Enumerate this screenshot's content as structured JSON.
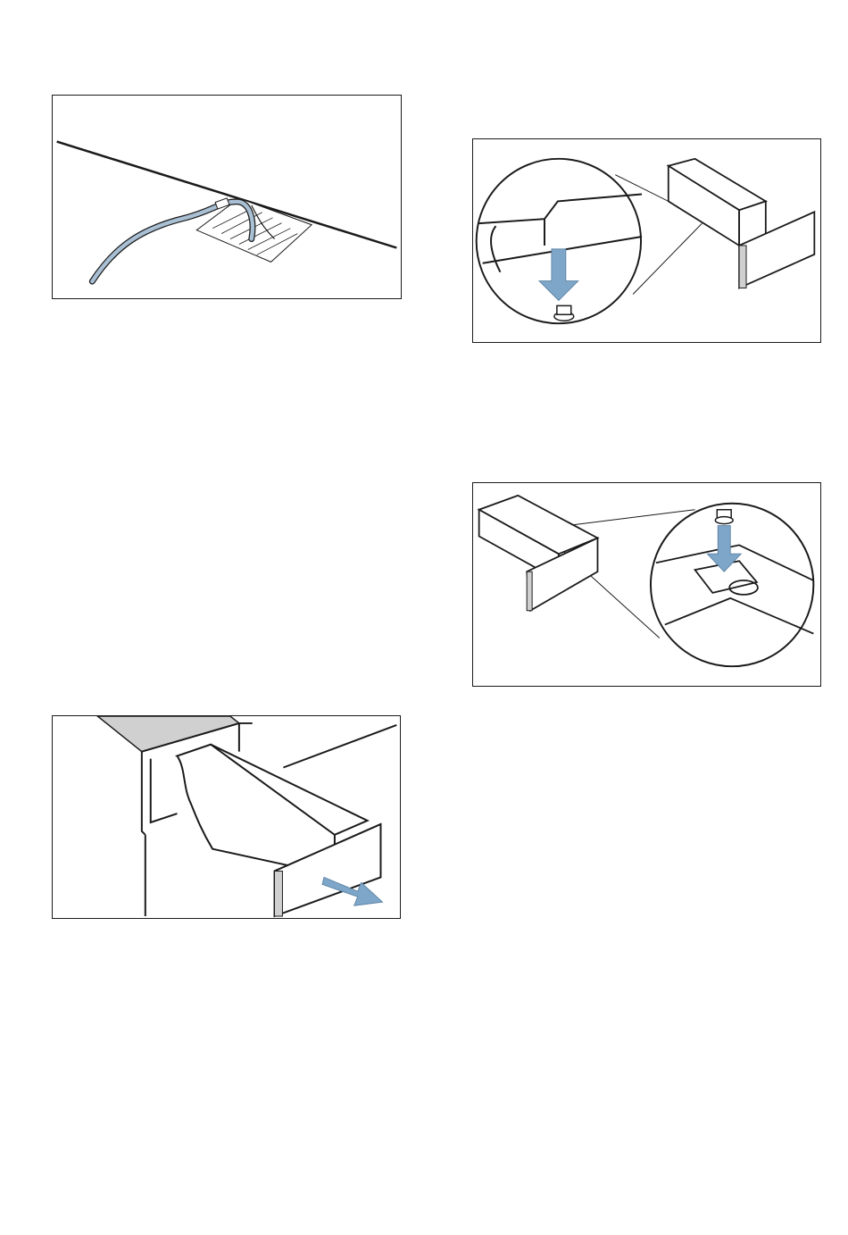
{
  "page": {
    "background": "#ffffff"
  },
  "colors": {
    "line": "#1a1a1a",
    "arrow": "#7ea6c8",
    "hose": "#a9bfd3",
    "tray_grey": "#d0d0d0"
  },
  "figures": [
    {
      "id": "hose-on-grid",
      "icon": "drain-hose-on-grid-illustration"
    },
    {
      "id": "siphon-cap-removal",
      "icon": "siphon-cap-detach-illustration"
    },
    {
      "id": "siphon-cap-fitting",
      "icon": "siphon-cap-attach-illustration"
    },
    {
      "id": "detergent-drawer-pull",
      "icon": "drawer-pull-out-illustration"
    }
  ]
}
